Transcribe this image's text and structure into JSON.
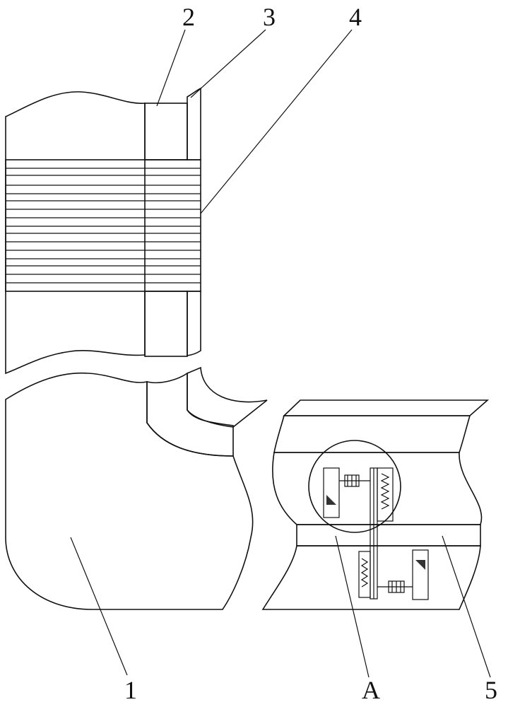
{
  "figure": {
    "callouts": [
      {
        "id": "1",
        "text": "1"
      },
      {
        "id": "2",
        "text": "2"
      },
      {
        "id": "3",
        "text": "3"
      },
      {
        "id": "4",
        "text": "4"
      },
      {
        "id": "A",
        "text": "A"
      },
      {
        "id": "5",
        "text": "5"
      }
    ],
    "stroke_color": "#111111",
    "fill_color": "#ffffff"
  }
}
